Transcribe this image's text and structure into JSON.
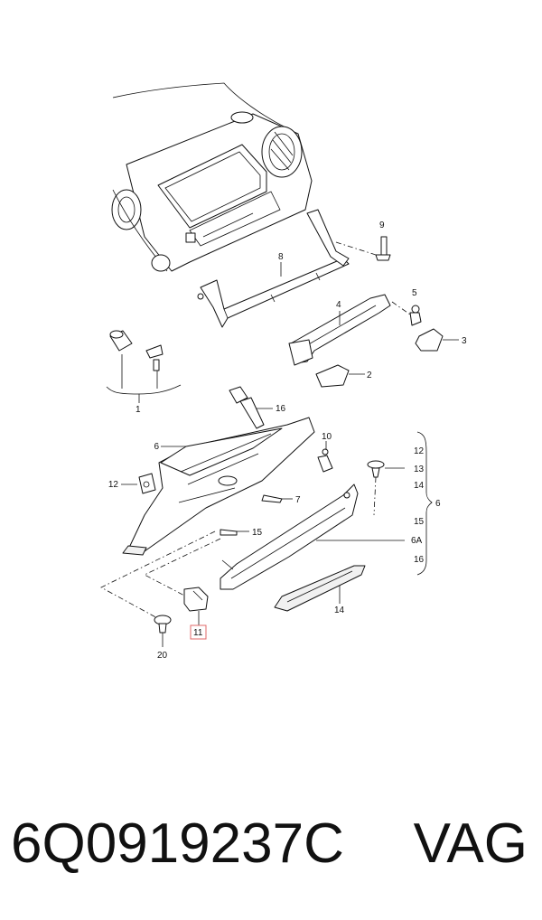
{
  "callouts": {
    "c1": "1",
    "c2": "2",
    "c3": "3",
    "c4": "4",
    "c5": "5",
    "c6": "6",
    "c6_right": "6",
    "c6a": "6A",
    "c7": "7",
    "c8": "8",
    "c9": "9",
    "c10": "10",
    "c11": "11",
    "c12_left": "12",
    "c12_right": "12",
    "c13": "13",
    "c14_right": "14",
    "c14_bottom": "14",
    "c15_left": "15",
    "c15_right": "15",
    "c16_top": "16",
    "c16_right": "16",
    "c20": "20"
  },
  "caption": {
    "part_number": "6Q0919237C",
    "brand": "VAG"
  },
  "colors": {
    "ink": "#111111",
    "highlight": "#e06a6a",
    "background": "#ffffff"
  }
}
